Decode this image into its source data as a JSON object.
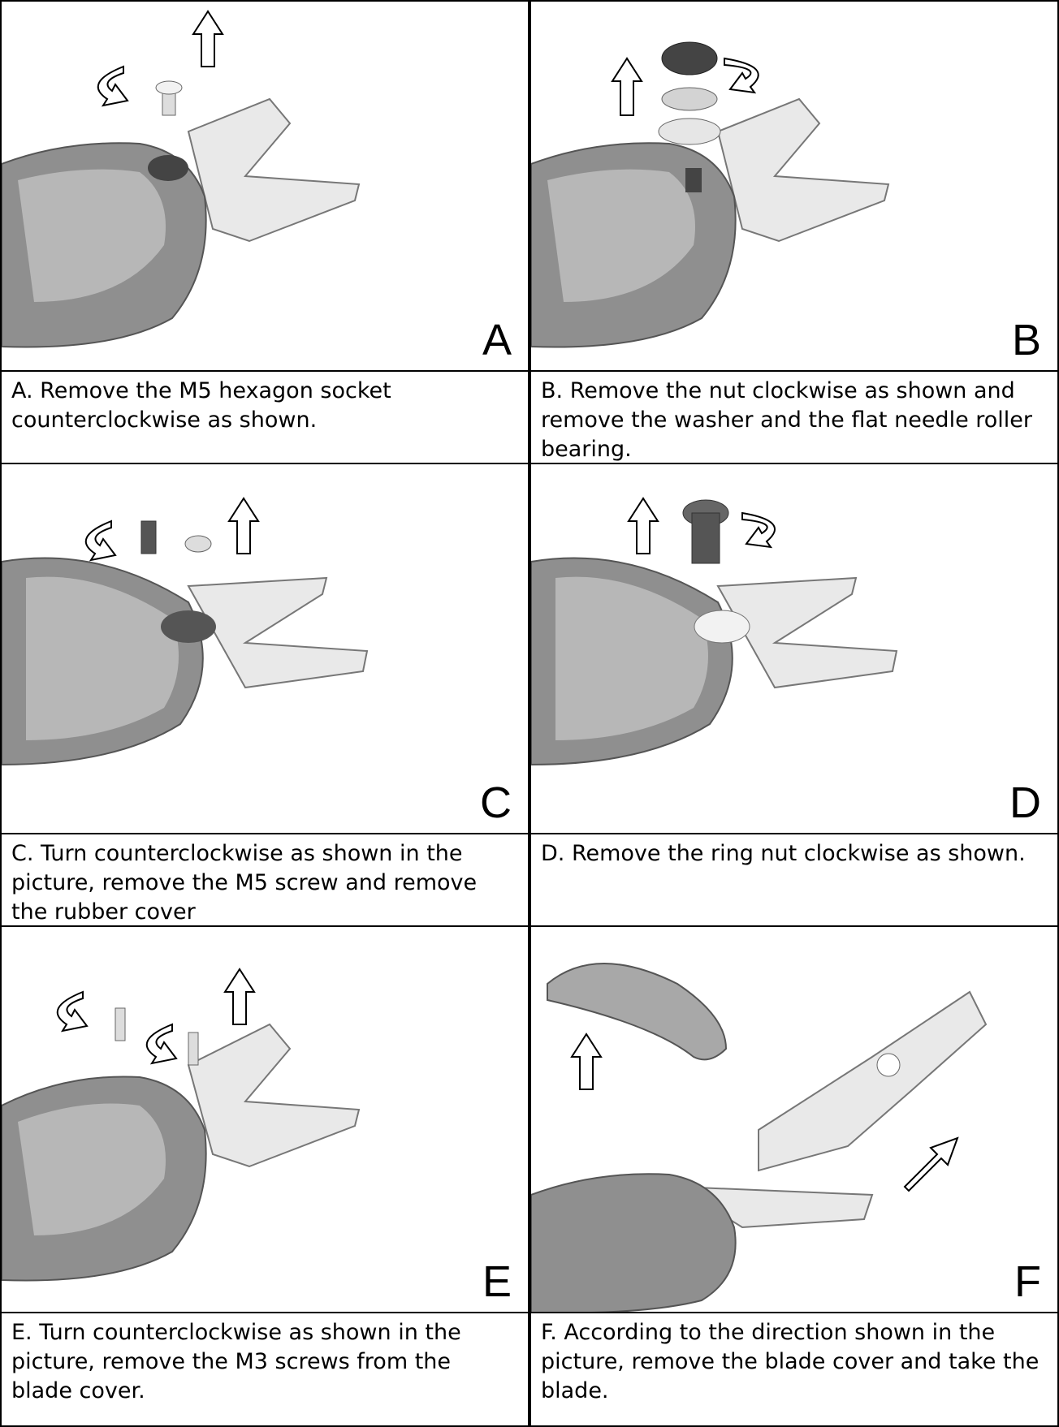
{
  "panels": [
    {
      "letter": "A",
      "caption": "A. Remove the M5 hexagon socket counterclockwise as shown."
    },
    {
      "letter": "B",
      "caption": "B. Remove the nut clockwise as shown and remove the washer and the flat needle roller bearing."
    },
    {
      "letter": "C",
      "caption": "C. Turn counterclockwise as shown in the picture, remove the M5 screw and remove the rubber cover"
    },
    {
      "letter": "D",
      "caption": "D. Remove the ring nut clockwise as shown."
    },
    {
      "letter": "E",
      "caption": "E. Turn counterclockwise as shown in the picture, remove the M3 screws from the blade cover."
    },
    {
      "letter": "F",
      "caption": "F. According to the direction shown in the picture, remove the blade cover and take the blade."
    }
  ],
  "icons": {
    "arrow_up": "up-arrow-icon",
    "rotate_ccw": "counterclockwise-arrow-icon",
    "rotate_cw": "clockwise-arrow-icon",
    "arrow_diag": "diagonal-arrow-icon"
  },
  "colors": {
    "border": "#000000",
    "background": "#ffffff",
    "tool_dark": "#555555",
    "tool_mid": "#9a9a9a",
    "blade": "#e9e9e9"
  }
}
